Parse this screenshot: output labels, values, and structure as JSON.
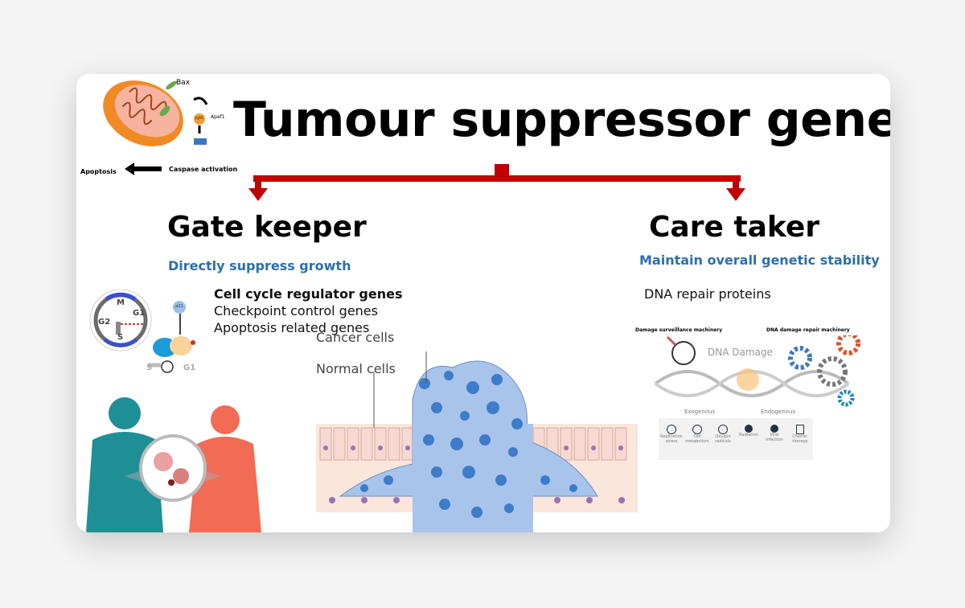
{
  "title": "Tumour suppressor genes",
  "mito": {
    "bax": "Bax",
    "apaf": "Apaf1",
    "caspase": "Caspase activation",
    "apoptosis": "Apoptosis",
    "cyt": "cytC"
  },
  "gatekeeper": {
    "heading": "Gate keeper",
    "subtitle": "Directly suppress growth",
    "items": [
      "Cell cycle regulator genes",
      "Checkpoint control genes",
      "Apoptosis related genes"
    ]
  },
  "caretaker": {
    "heading": "Care taker",
    "subtitle": "Maintain overall genetic stability",
    "items": [
      "DNA repair proteins"
    ]
  },
  "cellcycle": {
    "m": "M",
    "g1": "G1",
    "g2": "G2",
    "s": "S",
    "arrow_s": "S",
    "arrow_g1": "G1",
    "p21": "p21"
  },
  "tumour": {
    "cancer": "Cancer cells",
    "normal": "Normal cells"
  },
  "dna": {
    "surveillance": "Damage surveillance machinery",
    "repair": "DNA damage repair machinery",
    "title": "DNA Damage",
    "exogenous": "Exogenous",
    "endogenous": "Endogenous",
    "causes": [
      "Replication stress",
      "Cell metabolism",
      "Oxygen radicals",
      "Radiation",
      "Viral infection",
      "Chemo-therapy"
    ]
  },
  "colors": {
    "arrow": "#c00000",
    "accent": "#2a6fad"
  }
}
